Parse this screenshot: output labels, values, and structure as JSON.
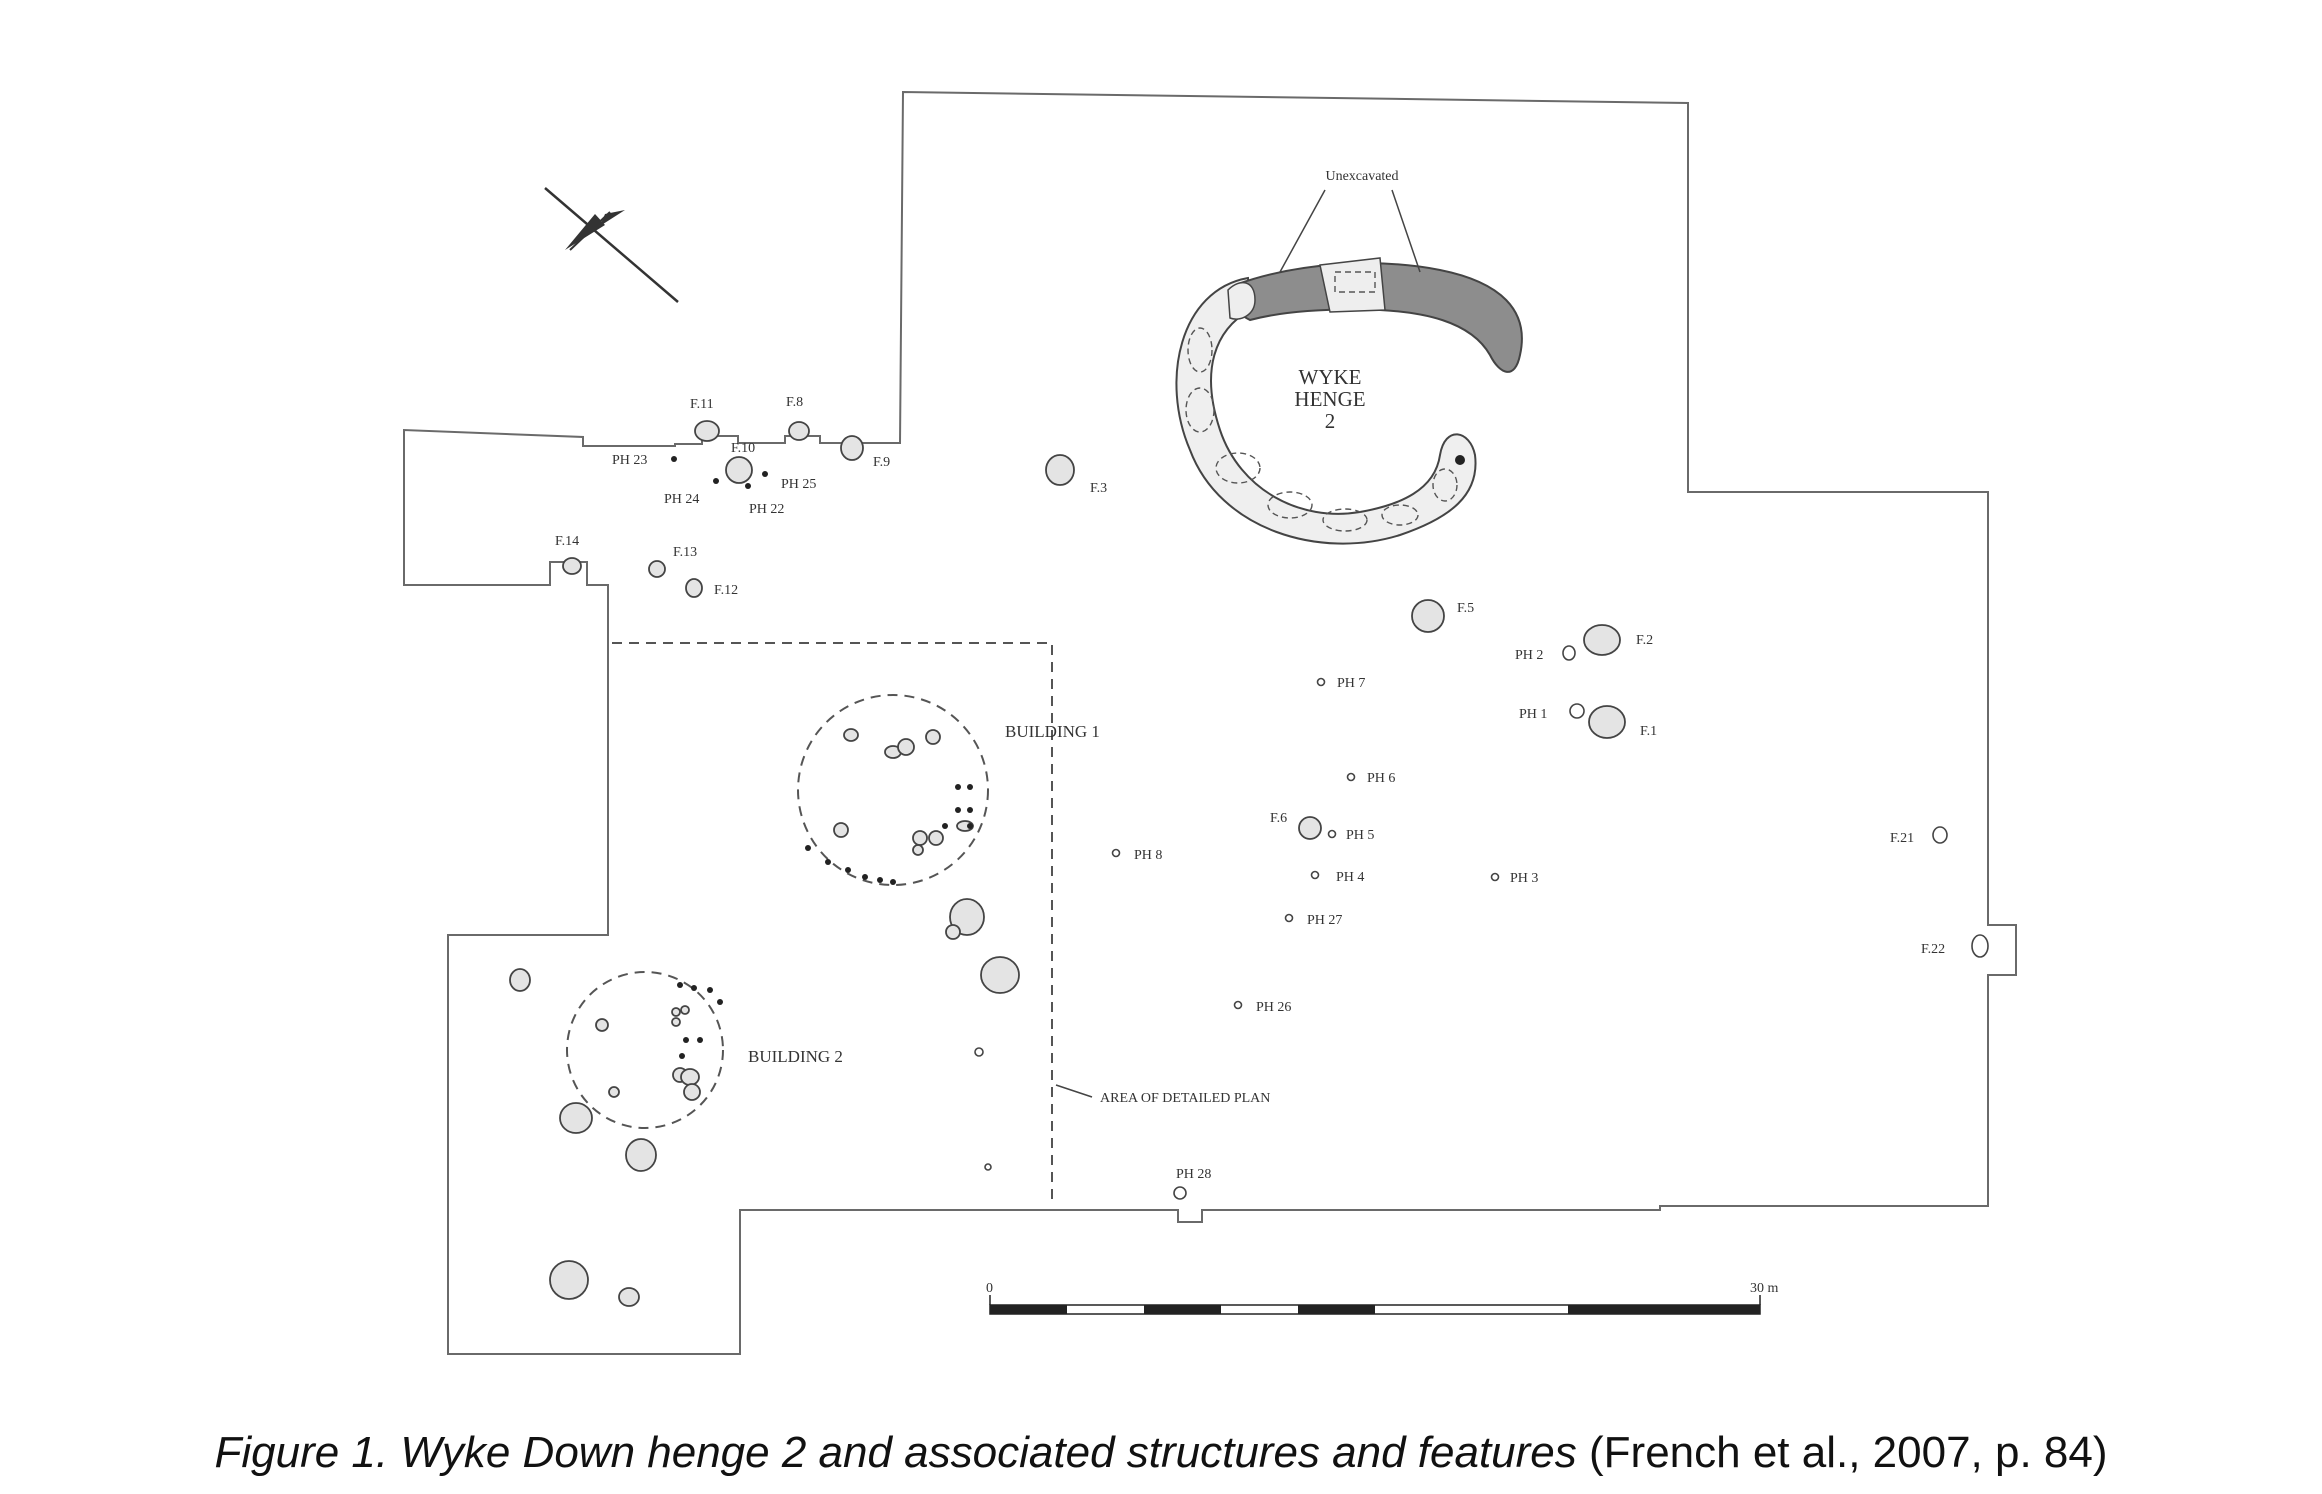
{
  "figure": {
    "henge": {
      "name_line1": "WYKE",
      "name_line2": "HENGE",
      "name_line3": "2",
      "unexcavated": "Unexcavated"
    },
    "buildings": {
      "b1": "BUILDING 1",
      "b2": "BUILDING 2"
    },
    "area_label": "AREA OF DETAILED PLAN",
    "scale": {
      "start": "0",
      "end": "30 m"
    },
    "features": {
      "f1": "F.1",
      "f2": "F.2",
      "f3": "F.3",
      "f5": "F.5",
      "f6": "F.6",
      "f8": "F.8",
      "f9": "F.9",
      "f10": "F.10",
      "f11": "F.11",
      "f12": "F.12",
      "f13": "F.13",
      "f14": "F.14",
      "f21": "F.21",
      "f22": "F.22"
    },
    "postholes": {
      "ph1": "PH 1",
      "ph2": "PH 2",
      "ph3": "PH 3",
      "ph4": "PH 4",
      "ph5": "PH 5",
      "ph6": "PH 6",
      "ph7": "PH 7",
      "ph8": "PH 8",
      "ph22": "PH 22",
      "ph23": "PH 23",
      "ph24": "PH 24",
      "ph25": "PH 25",
      "ph26": "PH 26",
      "ph27": "PH 27",
      "ph28": "PH 28"
    }
  },
  "caption": {
    "title": "Figure 1. Wyke Down henge 2 and associated structures and features",
    "citation": " (French et al., 2007, p. 84)"
  }
}
